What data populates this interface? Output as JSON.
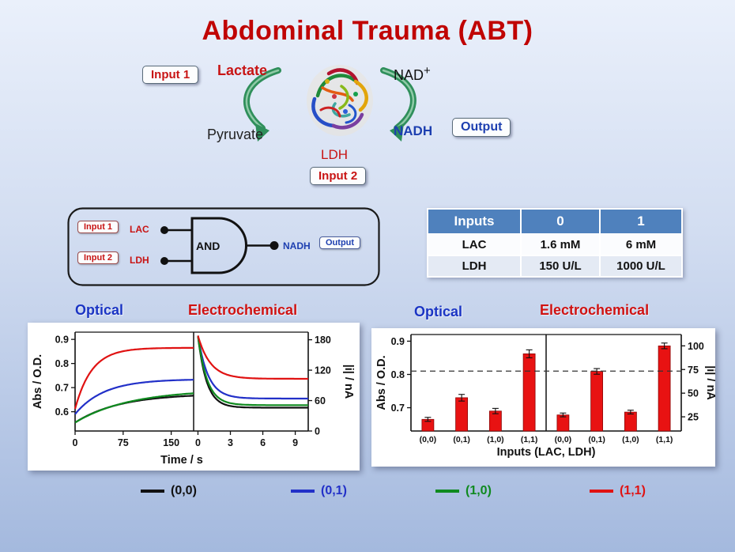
{
  "title": "Abdominal Trauma (ABT)",
  "colors": {
    "title_red": "#c00404",
    "optical_blue": "#1b35c4",
    "electro_red": "#cf1212",
    "arrow_green": "#2f8f5b",
    "table_header_blue": "#4f81bd",
    "bar_red": "#e81212"
  },
  "scheme": {
    "input1_label": "Input 1",
    "input2_label": "Input 2",
    "output_label": "Output",
    "substrate": "Lactate",
    "product": "Pyruvate",
    "cofactor": "NAD",
    "cofactor_sup": "+",
    "cofactor_product": "NADH",
    "enzyme": "LDH"
  },
  "logic_gate": {
    "input1_label": "Input 1",
    "input1_signal": "LAC",
    "input2_label": "Input 2",
    "input2_signal": "LDH",
    "gate_label": "AND",
    "output_signal": "NADH",
    "output_label": "Output"
  },
  "table": {
    "headers": [
      "Inputs",
      "0",
      "1"
    ],
    "rows": [
      [
        "LAC",
        "1.6 mM",
        "6 mM"
      ],
      [
        "LDH",
        "150 U/L",
        "1000 U/L"
      ]
    ]
  },
  "chart_data": [
    {
      "type": "line",
      "titles": {
        "optical": "Optical",
        "electrochemical": "Electrochemical"
      },
      "xlabel": "Time / s",
      "panels": [
        {
          "name": "optical-kinetics",
          "ylabel": "Abs / O.D.",
          "ylim": [
            0.52,
            0.93
          ],
          "yticks": [
            0.6,
            0.7,
            0.8,
            0.9
          ],
          "xlim": [
            0,
            185
          ],
          "xticks": [
            0,
            75,
            150
          ],
          "series": [
            {
              "name": "(0,0)",
              "color": "#111111",
              "start": 0.555,
              "end": 0.675,
              "tau": 70
            },
            {
              "name": "(0,1)",
              "color": "#2230c8",
              "start": 0.59,
              "end": 0.735,
              "tau": 45
            },
            {
              "name": "(1,0)",
              "color": "#0f8a1f",
              "start": 0.555,
              "end": 0.692,
              "tau": 85
            },
            {
              "name": "(1,1)",
              "color": "#e01212",
              "start": 0.612,
              "end": 0.865,
              "tau": 26
            }
          ]
        },
        {
          "name": "electrochemical-kinetics",
          "ylabel": "|i| / nA",
          "ylim": [
            0,
            195
          ],
          "yticks": [
            0,
            60,
            120,
            180
          ],
          "xlim": [
            -0.4,
            10.2
          ],
          "xticks": [
            0,
            3,
            6,
            9
          ],
          "series": [
            {
              "name": "(0,0)",
              "color": "#111111",
              "start": 188,
              "end": 46,
              "tau": 0.8
            },
            {
              "name": "(0,1)",
              "color": "#2230c8",
              "start": 188,
              "end": 64,
              "tau": 0.95
            },
            {
              "name": "(1,0)",
              "color": "#0f8a1f",
              "start": 188,
              "end": 51,
              "tau": 0.85
            },
            {
              "name": "(1,1)",
              "color": "#e01212",
              "start": 188,
              "end": 103,
              "tau": 1.15
            }
          ]
        }
      ]
    },
    {
      "type": "bar",
      "titles": {
        "optical": "Optical",
        "electrochemical": "Electrochemical"
      },
      "xlabel": "Inputs (LAC, LDH)",
      "bar_color": "#e81212",
      "threshold_optical": 0.81,
      "left_axis": {
        "label": "Abs / O.D.",
        "ylim": [
          0.63,
          0.92
        ],
        "yticks": [
          0.7,
          0.8,
          0.9
        ]
      },
      "right_axis": {
        "label": "|i| / nA",
        "ylim": [
          10,
          112
        ],
        "yticks": [
          25,
          50,
          75,
          100
        ]
      },
      "optical_bars": [
        {
          "label": "(0,0)",
          "value": 0.665,
          "err": 0.006
        },
        {
          "label": "(0,1)",
          "value": 0.73,
          "err": 0.01
        },
        {
          "label": "(1,0)",
          "value": 0.69,
          "err": 0.008
        },
        {
          "label": "(1,1)",
          "value": 0.862,
          "err": 0.012
        }
      ],
      "electro_bars": [
        {
          "label": "(0,0)",
          "value": 27,
          "err": 2
        },
        {
          "label": "(0,1)",
          "value": 73,
          "err": 3
        },
        {
          "label": "(1,0)",
          "value": 30,
          "err": 2
        },
        {
          "label": "(1,1)",
          "value": 100,
          "err": 3
        }
      ]
    }
  ],
  "legend": [
    {
      "label": "(0,0)",
      "color": "#111111"
    },
    {
      "label": "(0,1)",
      "color": "#2230c8"
    },
    {
      "label": "(1,0)",
      "color": "#0f8a1f"
    },
    {
      "label": "(1,1)",
      "color": "#e01212"
    }
  ]
}
